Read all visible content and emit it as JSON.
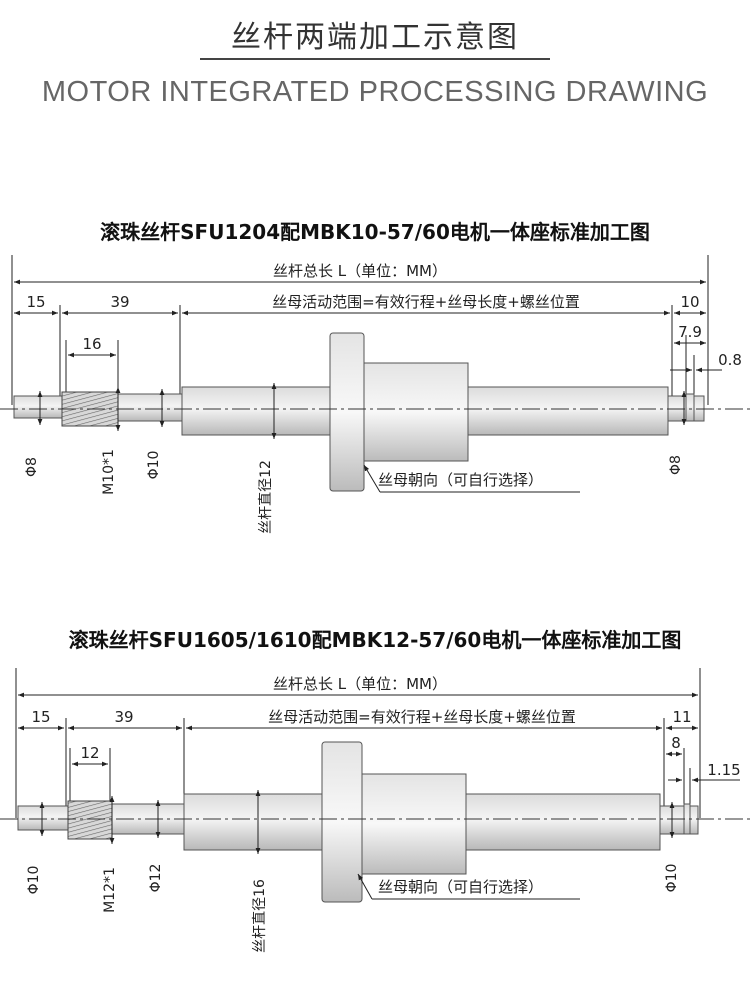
{
  "header": {
    "title_cn": "丝杆两端加工示意图",
    "title_en": "MOTOR INTEGRATED PROCESSING DRAWING"
  },
  "diagrams": [
    {
      "title": "滚珠丝杆SFU1204配MBK10-57/60电机一体座标准加工图",
      "total_length": "丝杆总长 L（单位：MM）",
      "dim_left_a": "15",
      "dim_left_b": "39",
      "travel_label": "丝母活动范围=有效行程+丝母长度+螺丝位置",
      "dim_right_a": "10",
      "dim_right_b": "7.9",
      "dim_right_c": "0.8",
      "thread_len": "16",
      "dia_left": "Φ8",
      "thread": "M10*1",
      "dia_mid": "Φ10",
      "screw_dia": "丝杆直径12",
      "dia_right": "Φ8",
      "nut_dir": "丝母朝向（可自行选择）"
    },
    {
      "title": "滚珠丝杆SFU1605/1610配MBK12-57/60电机一体座标准加工图",
      "total_length": "丝杆总长 L（单位：MM）",
      "dim_left_a": "15",
      "dim_left_b": "39",
      "travel_label": "丝母活动范围=有效行程+丝母长度+螺丝位置",
      "dim_right_a": "11",
      "dim_right_b": "8",
      "dim_right_c": "1.15",
      "thread_len": "12",
      "dia_left": "Φ10",
      "thread": "M12*1",
      "dia_mid": "Φ12",
      "screw_dia": "丝杆直径16",
      "dia_right": "Φ10",
      "nut_dir": "丝母朝向（可自行选择）"
    }
  ]
}
